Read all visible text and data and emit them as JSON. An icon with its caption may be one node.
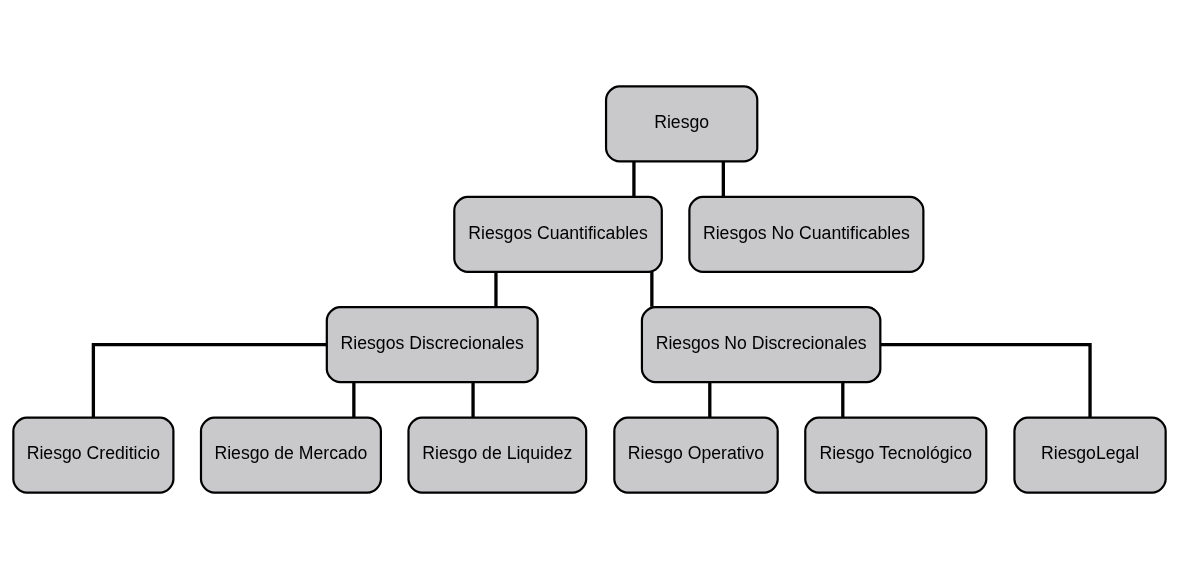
{
  "diagram": {
    "nodes": [
      {
        "text": [
          "Riesgo"
        ]
      },
      {
        "text": [
          "Riesgos Cuantificables"
        ]
      },
      {
        "text": [
          "Riesgos No Cuantificables"
        ]
      },
      {
        "text": [
          "Riesgos Discrecionales"
        ]
      },
      {
        "text": [
          "Riesgos No Discrecionales"
        ]
      },
      {
        "text": [
          "Riesgo Crediticio"
        ]
      },
      {
        "text": [
          "Riesgo de Mercado"
        ]
      },
      {
        "text": [
          "Riesgo de Liquidez"
        ]
      },
      {
        "text": [
          "Riesgo Operativo"
        ]
      },
      {
        "text": [
          "Riesgo Tecnológico"
        ]
      },
      {
        "text": [
          "RiesgoLegal"
        ]
      }
    ],
    "edges": [
      {
        "from": 0,
        "to": 1,
        "arrow": "none"
      },
      {
        "from": 0,
        "to": 2,
        "arrow": "none"
      },
      {
        "from": 1,
        "to": 3,
        "arrow": "none"
      },
      {
        "from": 1,
        "to": 4,
        "arrow": "none"
      },
      {
        "from": 3,
        "to": 5,
        "arrow": "none"
      },
      {
        "from": 3,
        "to": 6,
        "arrow": "none"
      },
      {
        "from": 3,
        "to": 7,
        "arrow": "none"
      },
      {
        "from": 4,
        "to": 8,
        "arrow": "none"
      },
      {
        "from": 4,
        "to": 9,
        "arrow": "none"
      },
      {
        "from": 4,
        "to": 10,
        "arrow": "none"
      }
    ]
  }
}
